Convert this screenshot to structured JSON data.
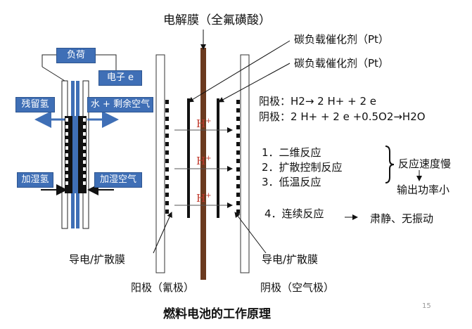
{
  "title": "燃料电池的工作原理",
  "membrane_label": "电解膜（全氟磺酸）",
  "catalyst_label_1": "碳负载催化剂（Pt）",
  "catalyst_label_2": "碳负载催化剂（Pt）",
  "left_panel": {
    "load": "负荷",
    "electron": "电子 e",
    "residual_h2": "残留氢",
    "water_air": "水 + 剩余空气",
    "humid_h2": "加湿氢",
    "humid_air": "加湿空气"
  },
  "proton_symbol": "H",
  "proton_charge": "+",
  "reactions": {
    "anode_prefix": "阳极：",
    "anode_eq": "H2→ 2 H+ + 2 e",
    "cathode_prefix": "阴极：",
    "cathode_eq": "2 H+ + 2 e +0.5O2→H2O"
  },
  "features": {
    "item1": "1．二维反应",
    "item2": "2．扩散控制反应",
    "item3": "3．低温反应",
    "item4": "4．连续反应",
    "rate_slow": "反应速度慢",
    "power_small": "输出功率小",
    "quiet": "肃静、无振动"
  },
  "diffusion_left": "导电/扩散膜",
  "diffusion_right": "导电/扩散膜",
  "anode_label": "阳极（氰极）",
  "cathode_label": "阴极（空气极）",
  "page_number": "15",
  "colors": {
    "box_blue": "#3f6fb6",
    "membrane_brown": "#6b3a1f",
    "proton_red": "#c0392b"
  }
}
